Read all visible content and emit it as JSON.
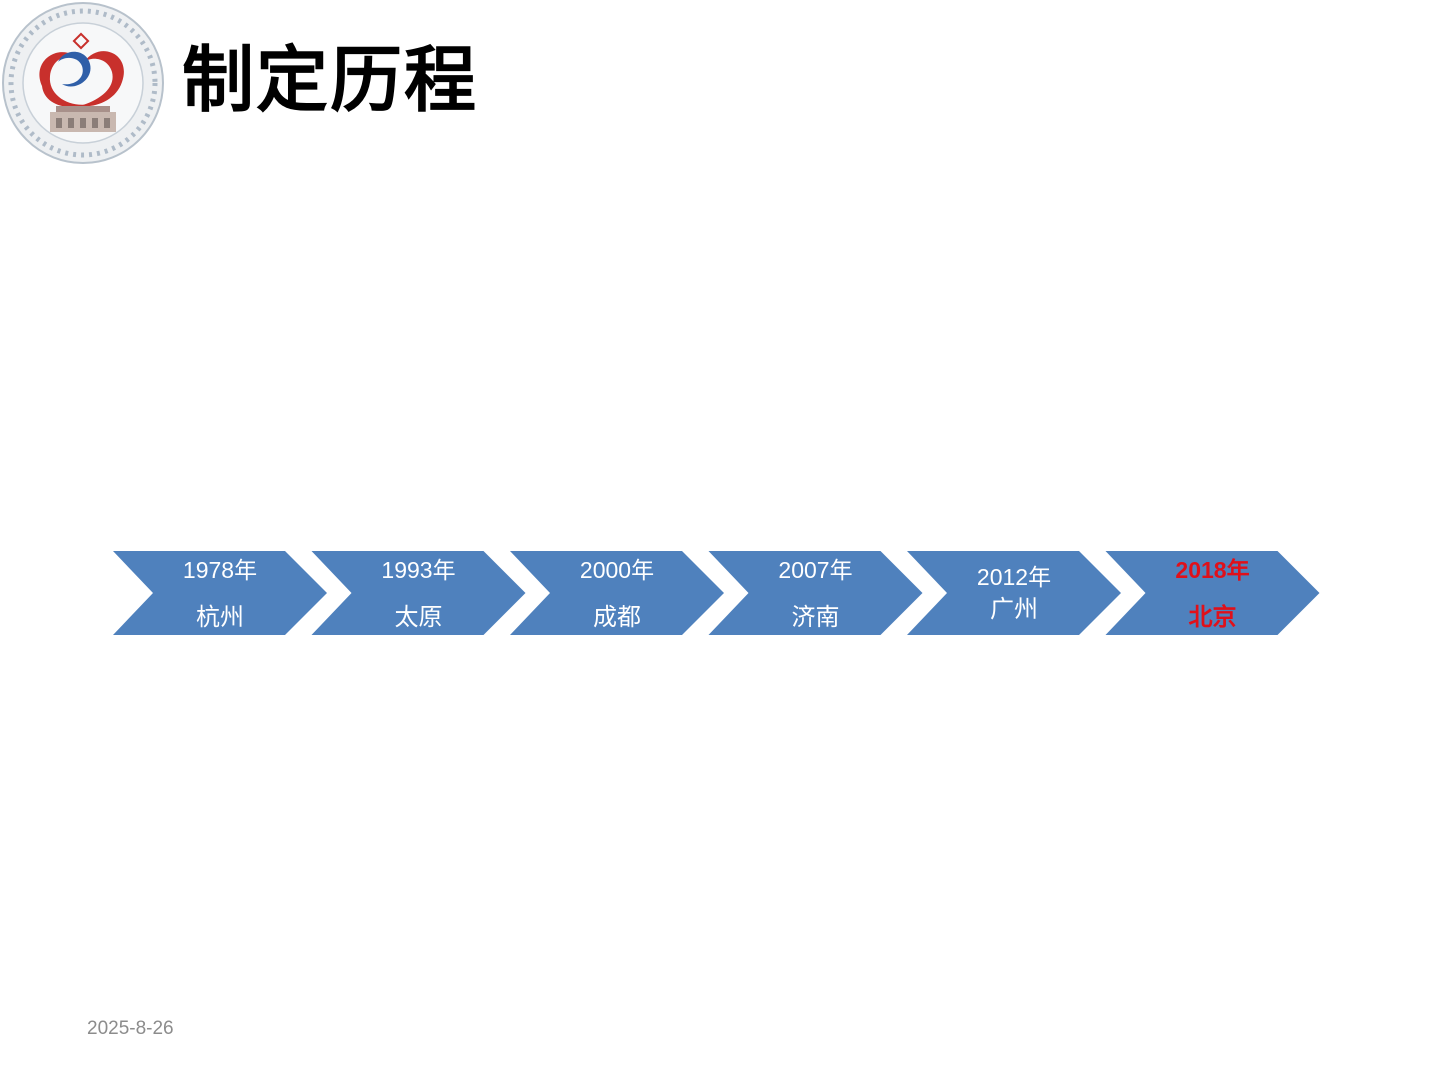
{
  "slide": {
    "title": "制定历程",
    "date": "2025-8-26"
  },
  "logo": {
    "icon": "hospital-seal-logo"
  },
  "timeline": {
    "steps": [
      {
        "year": "1978年",
        "city": "杭州",
        "highlight": false
      },
      {
        "year": "1993年",
        "city": "太原",
        "highlight": false
      },
      {
        "year": "2000年",
        "city": "成都",
        "highlight": false
      },
      {
        "year": "2007年",
        "city": "济南",
        "highlight": false
      },
      {
        "year": "2012年",
        "city": "广州",
        "highlight": false
      },
      {
        "year": "2018年",
        "city": "北京",
        "highlight": true
      }
    ]
  },
  "colors": {
    "chevron_fill": "#4f81bd",
    "text_normal": "#ffffff",
    "text_highlight": "#e0101a",
    "title": "#000000",
    "date": "#8c8c8c"
  }
}
